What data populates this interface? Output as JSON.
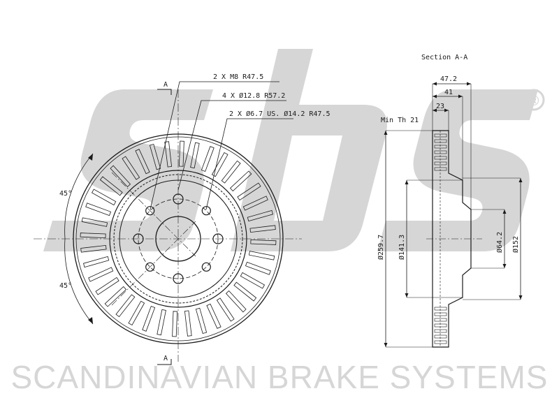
{
  "watermark": {
    "logo": "sbs",
    "registered_mark": "®",
    "company": "SCANDINAVIAN BRAKE SYSTEMS"
  },
  "front_view": {
    "section_marker_top": "A",
    "section_marker_bottom": "A",
    "callouts": [
      "2 X M8 R47.5",
      "4 X Ø12.8 R57.2",
      "2 X Ø6.7 US. Ø14.2 R47.5"
    ],
    "angle_upper": "45°",
    "angle_lower": "45°"
  },
  "section_view": {
    "title": "Section A-A",
    "min_thickness": "Min Th 21",
    "width_total": "47.2",
    "width_41": "41",
    "width_23": "23",
    "dia_outer": "Ø259.7",
    "dia_hat": "Ø141.3",
    "dia_bore": "Ø64.2",
    "dia_152": "Ø152"
  },
  "colors": {
    "watermark": "#d6d6d6",
    "line": "#1a1a1a"
  }
}
